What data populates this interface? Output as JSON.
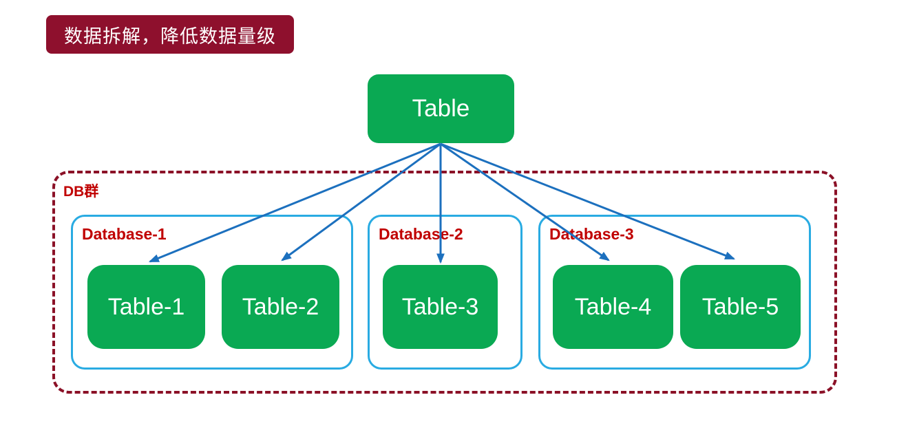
{
  "banner": {
    "label": "数据拆解，降低数据量级"
  },
  "root_table": {
    "label": "Table"
  },
  "cluster": {
    "label": "DB群",
    "databases": [
      {
        "label": "Database-1",
        "tables": [
          "Table-1",
          "Table-2"
        ]
      },
      {
        "label": "Database-2",
        "tables": [
          "Table-3"
        ]
      },
      {
        "label": "Database-3",
        "tables": [
          "Table-4",
          "Table-5"
        ]
      }
    ]
  },
  "edges": [
    {
      "from": "Table",
      "to": "Table-1"
    },
    {
      "from": "Table",
      "to": "Table-2"
    },
    {
      "from": "Table",
      "to": "Table-3"
    },
    {
      "from": "Table",
      "to": "Table-4"
    },
    {
      "from": "Table",
      "to": "Table-5"
    }
  ],
  "colors": {
    "banner_bg": "#8E102D",
    "banner_text": "#FFFFFF",
    "node_green": "#0AA953",
    "node_text": "#FFFFFF",
    "db_border_blue": "#29ABE2",
    "label_red": "#C00000",
    "cluster_dashed_border": "#8B1127",
    "arrow_blue": "#1C70BE"
  }
}
